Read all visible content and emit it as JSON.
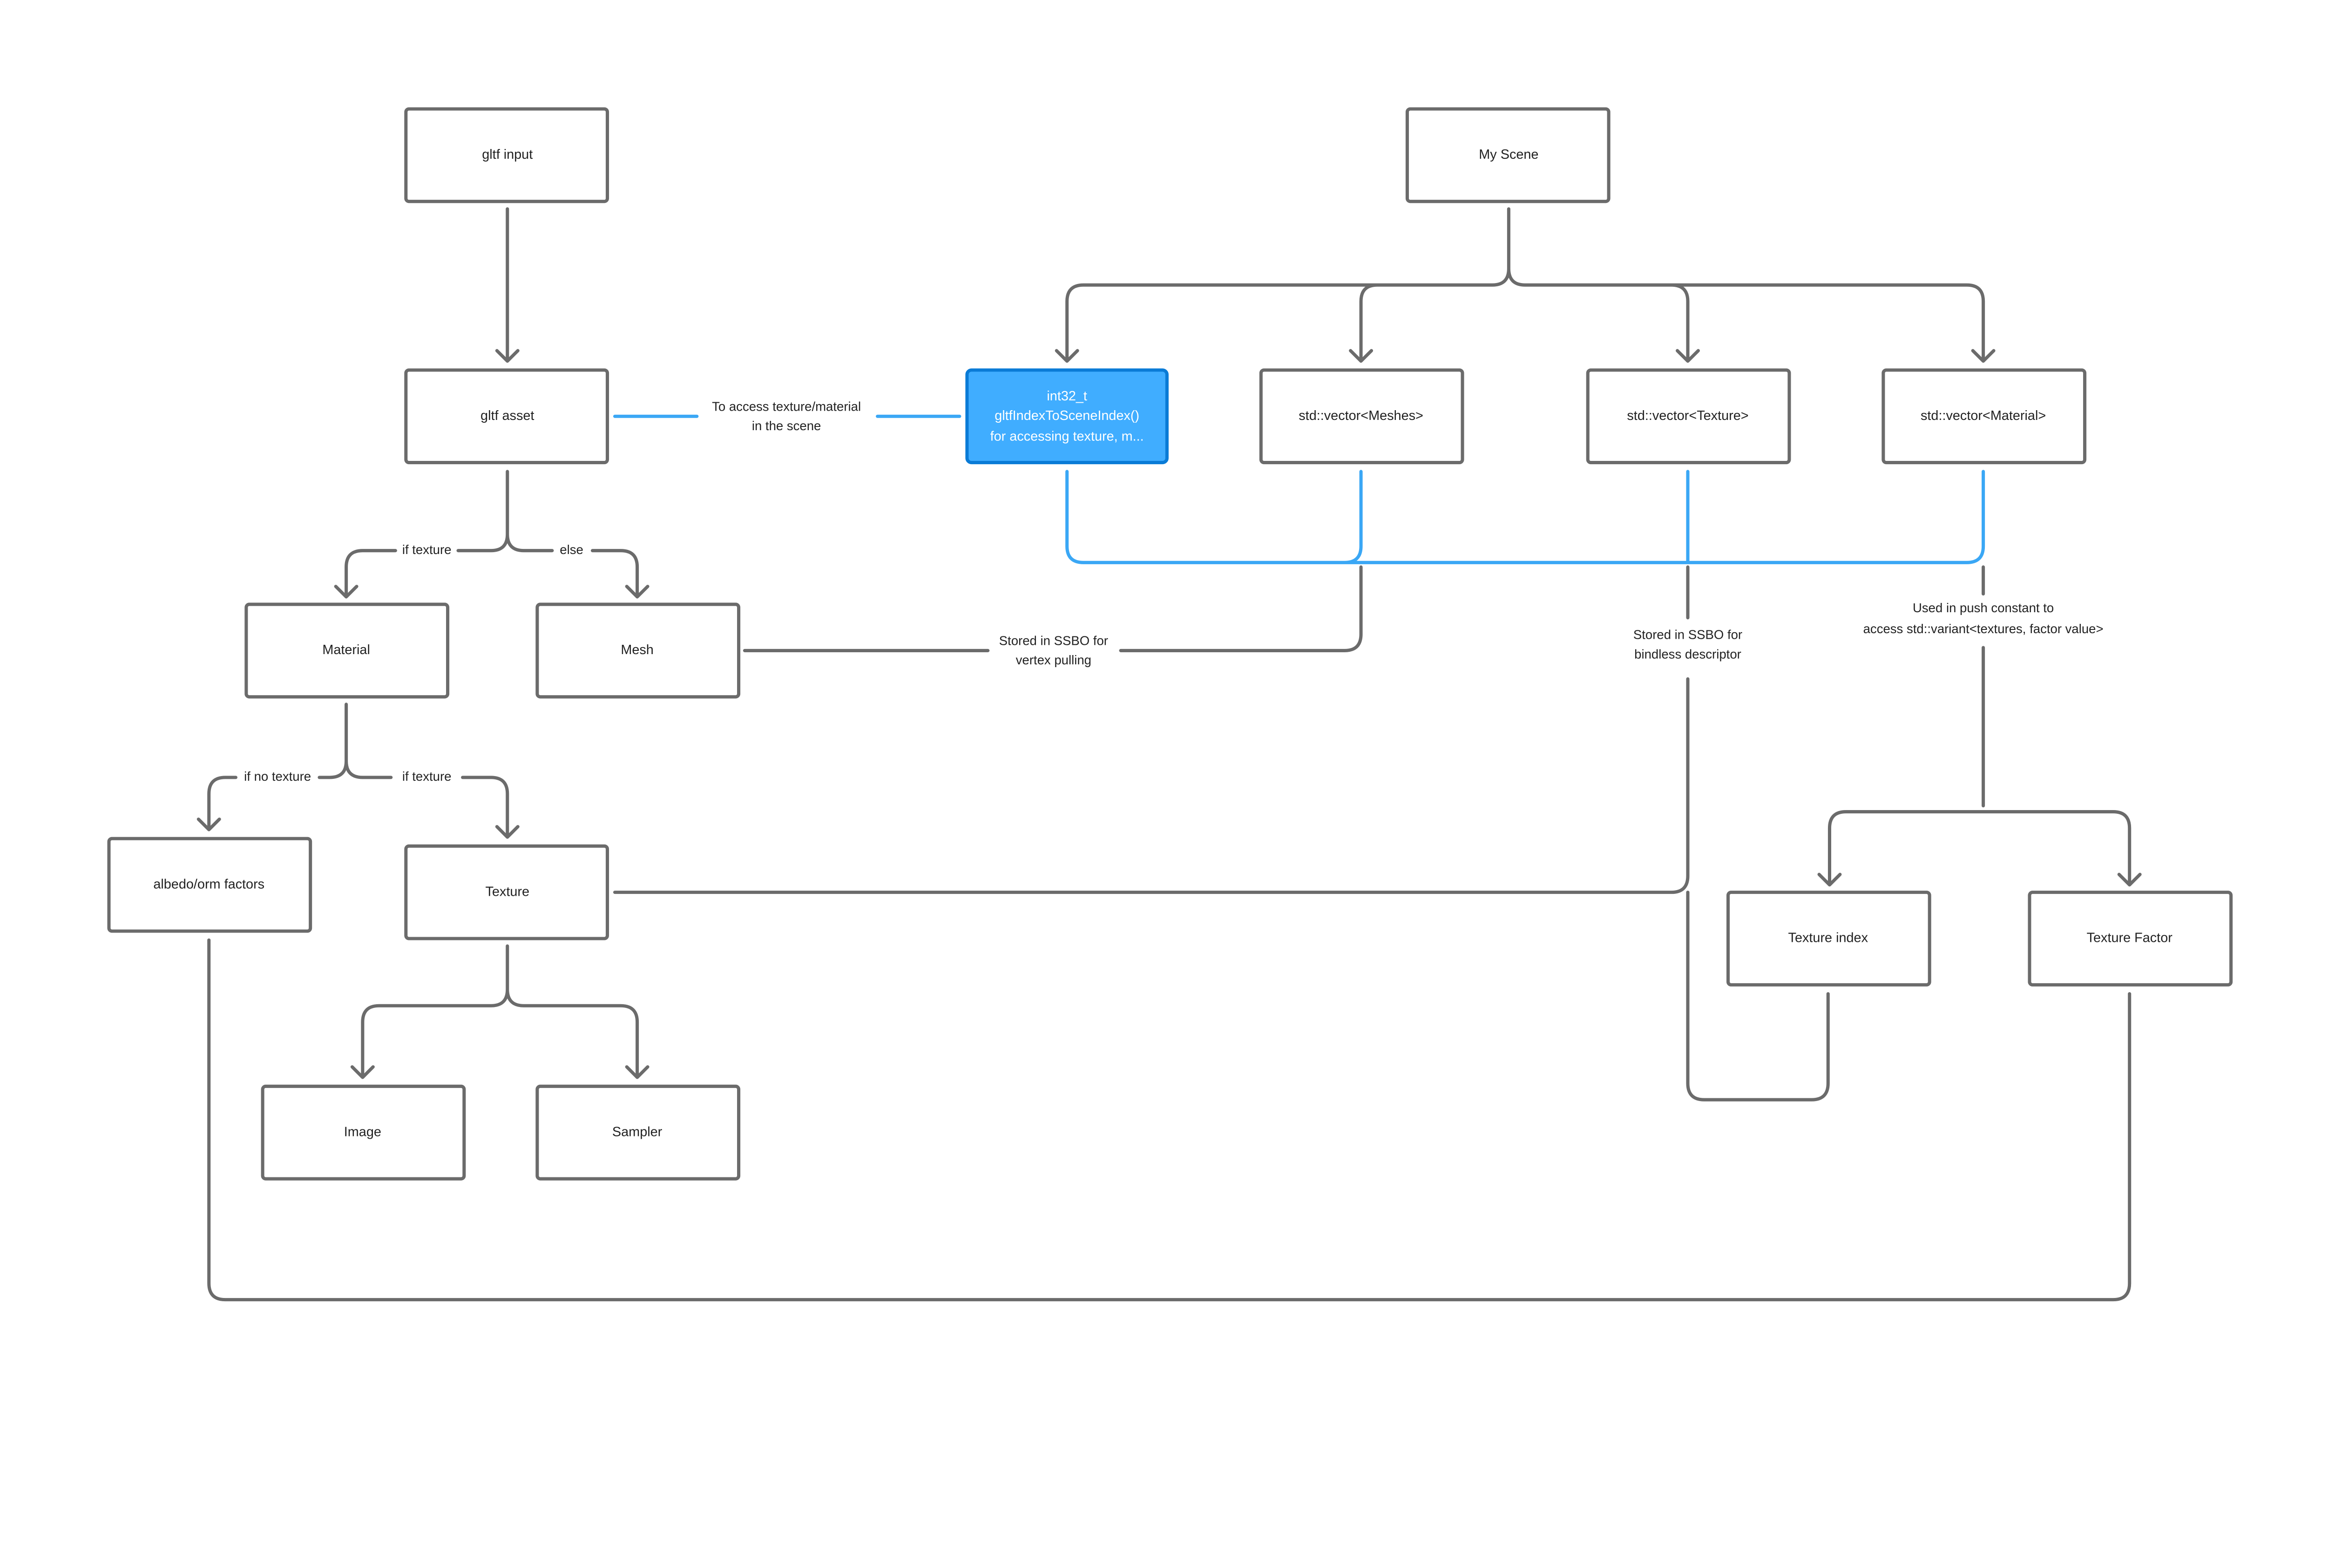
{
  "colors": {
    "edge": "#6b6b6b",
    "highlight_edge": "#3aa7f5",
    "highlight_fill": "#40adff",
    "highlight_border": "#0a7bd6"
  },
  "nodes": {
    "gltf_input": "gltf input",
    "my_scene": "My Scene",
    "gltf_asset": "gltf asset",
    "index_fn": [
      "int32_t",
      "gltfIndexToSceneIndex()",
      "for  accessing texture, m..."
    ],
    "meshes": "std::vector<Meshes>",
    "textures": "std::vector<Texture>",
    "materials": "std::vector<Material>",
    "material": "Material",
    "mesh": "Mesh",
    "albedo": "albedo/orm factors",
    "texture": "Texture",
    "image": "Image",
    "sampler": "Sampler",
    "texture_index": "Texture index",
    "texture_factor": "Texture Factor"
  },
  "edge_labels": {
    "access": [
      "To access texture/material",
      "in the scene"
    ],
    "asset_if_texture": "if texture",
    "asset_else": "else",
    "ssbo_vertex": [
      "Stored in SSBO for",
      "vertex pulling"
    ],
    "ssbo_bindless": [
      "Stored in SSBO for",
      "bindless descriptor"
    ],
    "push_constant": [
      "Used in push constant to",
      "access std::variant<textures, factor value>"
    ],
    "if_no_texture": "if no texture",
    "material_if_texture": "if texture"
  }
}
